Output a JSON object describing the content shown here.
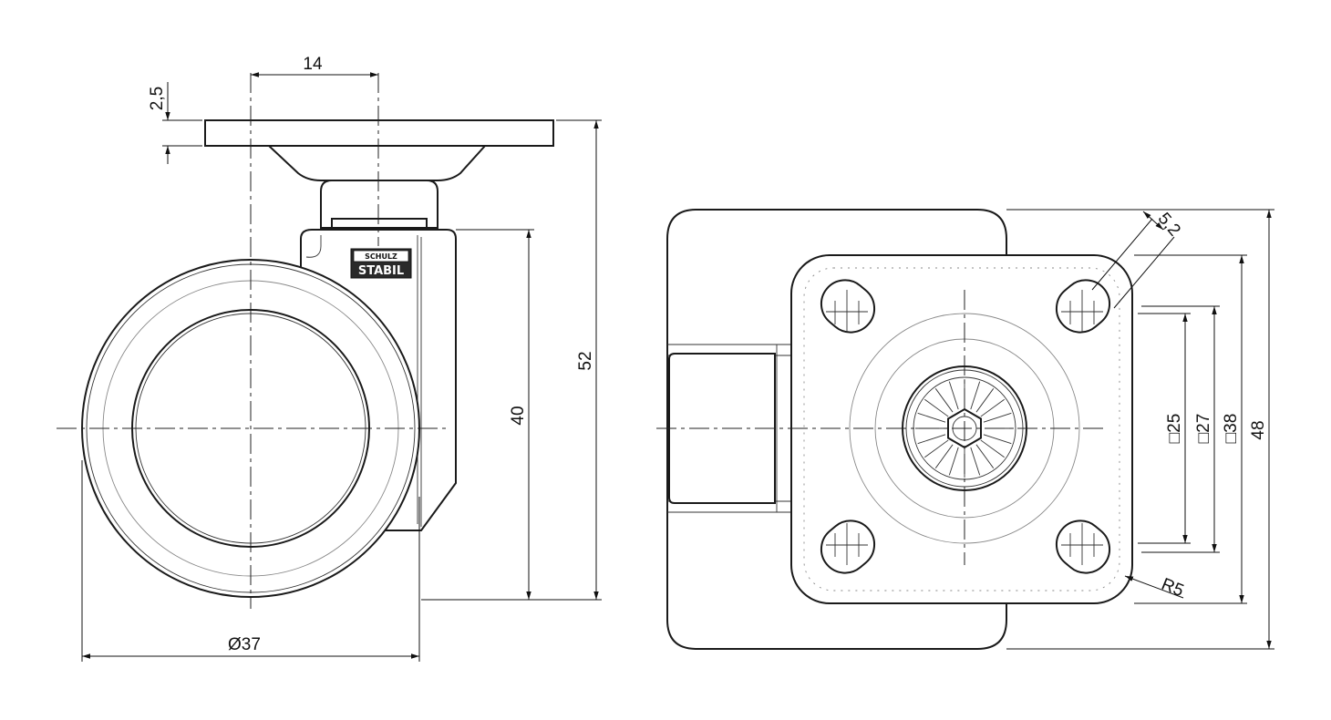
{
  "side_view": {
    "dim_top_width": "14",
    "dim_plate_thickness": "2,5",
    "dim_total_height": "52",
    "dim_wheel_axis_height": "40",
    "dim_wheel_diameter": "Ø37",
    "logo_top": "SCHULZ",
    "logo_bottom": "STABIL"
  },
  "top_view": {
    "dim_hole_size": "5,2",
    "dim_square_25": "□25",
    "dim_square_27": "□27",
    "dim_square_38": "□38",
    "dim_plate_width": "48",
    "dim_corner_radius": "R5"
  },
  "colors": {
    "line": "#1a1a1a",
    "background": "#ffffff",
    "logo_background": "#2a2a2a"
  }
}
